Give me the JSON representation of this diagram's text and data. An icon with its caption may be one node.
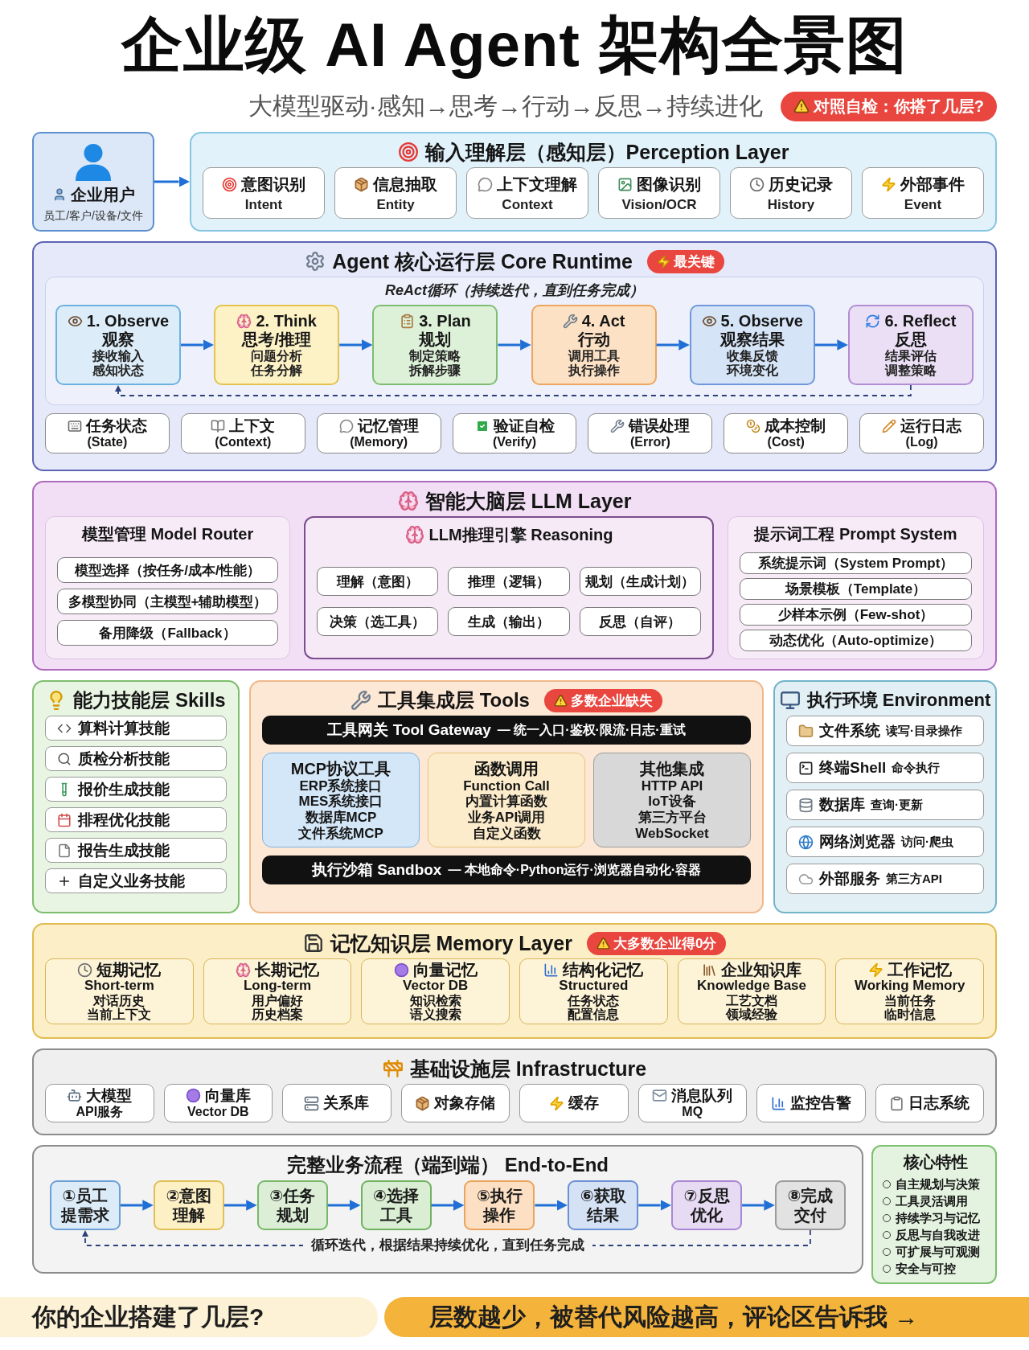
{
  "diagram": {
    "title": "企业级 AI Agent 架构全景图",
    "nodes": [
      {
        "text": [
          "企业用户",
          "员工/客户/设备/文件"
        ]
      },
      {
        "text": [
          "输入理解层（感知层）Perception Layer"
        ]
      },
      {
        "text": [
          "意图识别",
          "Intent"
        ],
        "in": 1
      },
      {
        "text": [
          "信息抽取",
          "Entity"
        ],
        "in": 1
      },
      {
        "text": [
          "上下文理解",
          "Context"
        ],
        "in": 1
      },
      {
        "text": [
          "图像识别",
          "Vision/OCR"
        ],
        "in": 1
      },
      {
        "text": [
          "历史记录",
          "History"
        ],
        "in": 1
      },
      {
        "text": [
          "外部事件",
          "Event"
        ],
        "in": 1
      },
      {
        "text": [
          "Agent 核心运行层 Core Runtime",
          "最关键"
        ]
      },
      {
        "text": [
          "ReAct循环（持续迭代，直到任务完成）"
        ],
        "in": 8
      },
      {
        "text": [
          "1. Observe",
          "观察",
          "接收输入",
          "感知状态"
        ],
        "in": 9
      },
      {
        "text": [
          "2. Think",
          "思考/推理",
          "问题分析",
          "任务分解"
        ],
        "in": 9
      },
      {
        "text": [
          "3. Plan",
          "规划",
          "制定策略",
          "拆解步骤"
        ],
        "in": 9
      },
      {
        "text": [
          "4. Act",
          "行动",
          "调用工具",
          "执行操作"
        ],
        "in": 9
      },
      {
        "text": [
          "5. Observe",
          "观察结果",
          "收集反馈",
          "环境变化"
        ],
        "in": 9
      },
      {
        "text": [
          "6. Reflect",
          "反思",
          "结果评估",
          "调整策略"
        ],
        "in": 9
      },
      {
        "text": [
          "任务状态",
          "(State)"
        ],
        "in": 8
      },
      {
        "text": [
          "上下文",
          "(Context)"
        ],
        "in": 8
      },
      {
        "text": [
          "记忆管理",
          "(Memory)"
        ],
        "in": 8
      },
      {
        "text": [
          "验证自检",
          "(Verify)"
        ],
        "in": 8
      },
      {
        "text": [
          "错误处理",
          "(Error)"
        ],
        "in": 8
      },
      {
        "text": [
          "成本控制",
          "(Cost)"
        ],
        "in": 8
      },
      {
        "text": [
          "运行日志",
          "(Log)"
        ],
        "in": 8
      },
      {
        "text": [
          "智能大脑层 LLM Layer"
        ]
      },
      {
        "text": [
          "模型管理 Model Router"
        ],
        "in": 23
      },
      {
        "text": [
          "模型选择（按任务/成本/性能）"
        ],
        "in": 24
      },
      {
        "text": [
          "多模型协同（主模型+辅助模型）"
        ],
        "in": 24
      },
      {
        "text": [
          "备用降级（Fallback）"
        ],
        "in": 24
      },
      {
        "text": [
          "LLM推理引擎 Reasoning"
        ],
        "in": 23
      },
      {
        "text": [
          "理解（意图）"
        ],
        "in": 28
      },
      {
        "text": [
          "推理（逻辑）"
        ],
        "in": 28
      },
      {
        "text": [
          "规划（生成计划）"
        ],
        "in": 28
      },
      {
        "text": [
          "决策（选工具）"
        ],
        "in": 28
      },
      {
        "text": [
          "生成（输出）"
        ],
        "in": 28
      },
      {
        "text": [
          "反思（自评）"
        ],
        "in": 28
      },
      {
        "text": [
          "提示词工程 Prompt System"
        ],
        "in": 23
      },
      {
        "text": [
          "系统提示词（System Prompt）"
        ],
        "in": 35
      },
      {
        "text": [
          "场景模板（Template）"
        ],
        "in": 35
      },
      {
        "text": [
          "少样本示例（Few-shot）"
        ],
        "in": 35
      },
      {
        "text": [
          "动态优化（Auto-optimize）"
        ],
        "in": 35
      },
      {
        "text": [
          "能力技能层 Skills"
        ]
      },
      {
        "text": [
          "算料计算技能"
        ],
        "in": 40
      },
      {
        "text": [
          "质检分析技能"
        ],
        "in": 40
      },
      {
        "text": [
          "报价生成技能"
        ],
        "in": 40
      },
      {
        "text": [
          "排程优化技能"
        ],
        "in": 40
      },
      {
        "text": [
          "报告生成技能"
        ],
        "in": 40
      },
      {
        "text": [
          "自定义业务技能"
        ],
        "in": 40
      },
      {
        "text": [
          "工具集成层 Tools",
          "多数企业缺失"
        ]
      },
      {
        "text": [
          "工具网关 Tool Gateway",
          "— 统一入口·鉴权·限流·日志·重试"
        ],
        "in": 47
      },
      {
        "text": [
          "MCP协议工具",
          "ERP系统接口",
          "MES系统接口",
          "数据库MCP",
          "文件系统MCP"
        ],
        "in": 47
      },
      {
        "text": [
          "函数调用",
          "Function Call",
          "内置计算函数",
          "业务API调用",
          "自定义函数"
        ],
        "in": 47
      },
      {
        "text": [
          "其他集成",
          "HTTP API",
          "IoT设备",
          "第三方平台",
          "WebSocket"
        ],
        "in": 47
      },
      {
        "text": [
          "执行沙箱 Sandbox",
          "— 本地命令·Python运行·浏览器自动化·容器"
        ],
        "in": 47
      },
      {
        "text": [
          "执行环境 Environment"
        ]
      },
      {
        "text": [
          "文件系统",
          "读写·目录操作"
        ],
        "in": 53
      },
      {
        "text": [
          "终端Shell",
          "命令执行"
        ],
        "in": 53
      },
      {
        "text": [
          "数据库",
          "查询·更新"
        ],
        "in": 53
      },
      {
        "text": [
          "网络浏览器",
          "访问·爬虫"
        ],
        "in": 53
      },
      {
        "text": [
          "外部服务",
          "第三方API"
        ],
        "in": 53
      },
      {
        "text": [
          "记忆知识层 Memory Layer",
          "大多数企业得0分"
        ]
      },
      {
        "text": [
          "短期记忆",
          "Short-term",
          "对话历史",
          "当前上下文"
        ],
        "in": 59
      },
      {
        "text": [
          "长期记忆",
          "Long-term",
          "用户偏好",
          "历史档案"
        ],
        "in": 59
      },
      {
        "text": [
          "向量记忆",
          "Vector DB",
          "知识检索",
          "语义搜索"
        ],
        "in": 59
      },
      {
        "text": [
          "结构化记忆",
          "Structured",
          "任务状态",
          "配置信息"
        ],
        "in": 59
      },
      {
        "text": [
          "企业知识库",
          "Knowledge Base",
          "工艺文档",
          "领域经验"
        ],
        "in": 59
      },
      {
        "text": [
          "工作记忆",
          "Working Memory",
          "当前任务",
          "临时信息"
        ],
        "in": 59
      },
      {
        "text": [
          "基础设施层 Infrastructure"
        ]
      },
      {
        "text": [
          "大模型",
          "API服务"
        ],
        "in": 66
      },
      {
        "text": [
          "向量库",
          "Vector DB"
        ],
        "in": 66
      },
      {
        "text": [
          "关系库"
        ],
        "in": 66
      },
      {
        "text": [
          "对象存储"
        ],
        "in": 66
      },
      {
        "text": [
          "缓存"
        ],
        "in": 66
      },
      {
        "text": [
          "消息队列",
          "MQ"
        ],
        "in": 66
      },
      {
        "text": [
          "监控告警"
        ],
        "in": 66
      },
      {
        "text": [
          "日志系统"
        ],
        "in": 66
      },
      {
        "text": [
          "完整业务流程（端到端） End-to-End"
        ]
      },
      {
        "text": [
          "①员工提需求"
        ],
        "in": 75
      },
      {
        "text": [
          "②意图理解"
        ],
        "in": 75
      },
      {
        "text": [
          "③任务规划"
        ],
        "in": 75
      },
      {
        "text": [
          "④选择工具"
        ],
        "in": 75
      },
      {
        "text": [
          "⑤执行操作"
        ],
        "in": 75
      },
      {
        "text": [
          "⑥获取结果"
        ],
        "in": 75
      },
      {
        "text": [
          "⑦反思优化"
        ],
        "in": 75
      },
      {
        "text": [
          "⑧完成交付"
        ],
        "in": 75
      },
      {
        "text": [
          "核心特性",
          "自主规划与决策",
          "工具灵活调用",
          "持续学习与记忆",
          "反思与自我改进",
          "可扩展与可观测",
          "安全与可控"
        ]
      }
    ],
    "edges": [
      {
        "from": 0,
        "to": 1,
        "arrow": "to"
      },
      {
        "from": 10,
        "to": 11,
        "arrow": "to"
      },
      {
        "from": 11,
        "to": 12,
        "arrow": "to"
      },
      {
        "from": 12,
        "to": 13,
        "arrow": "to"
      },
      {
        "from": 13,
        "to": 14,
        "arrow": "to"
      },
      {
        "from": 14,
        "to": 15,
        "arrow": "to"
      },
      {
        "from": 15,
        "to": 10,
        "arrow": "to",
        "style": "dashed",
        "color": "#2b3f7a"
      },
      {
        "from": 76,
        "to": 77,
        "arrow": "to"
      },
      {
        "from": 77,
        "to": 78,
        "arrow": "to"
      },
      {
        "from": 78,
        "to": 79,
        "arrow": "to"
      },
      {
        "from": 79,
        "to": 80,
        "arrow": "to"
      },
      {
        "from": 80,
        "to": 81,
        "arrow": "to"
      },
      {
        "from": 81,
        "to": 82,
        "arrow": "to"
      },
      {
        "from": 82,
        "to": 83,
        "arrow": "to"
      },
      {
        "from": 83,
        "to": 76,
        "arrow": "to",
        "style": "dashed",
        "color": "#2b3f7a",
        "label": "循环迭代，根据结果持续优化，直到任务完成"
      }
    ],
    "labels": [
      "大模型驱动·感知→思考→行动→反思→持续进化",
      "对照自检：你搭了几层?",
      "你的企业搭建了几层?",
      "层数越少，被替代风险越高，评论区告诉我 →"
    ]
  }
}
